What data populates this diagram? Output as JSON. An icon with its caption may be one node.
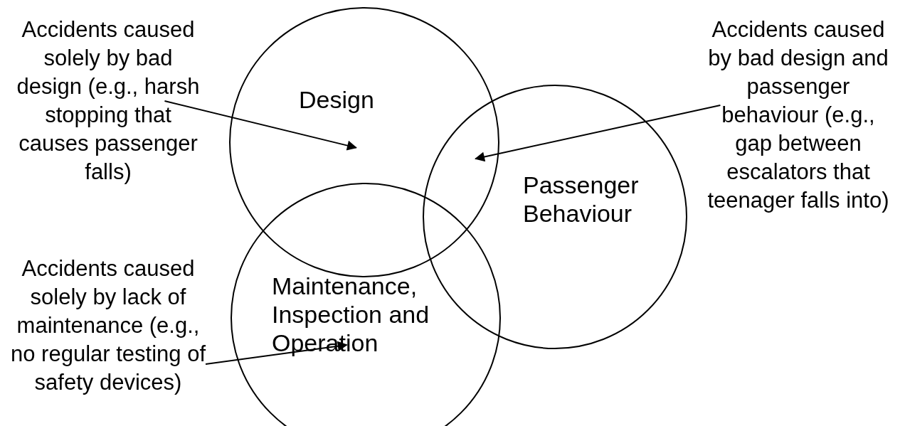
{
  "diagram": {
    "nodes": [
      {
        "text": [
          "Design"
        ]
      },
      {
        "text": [
          "Passenger Behaviour"
        ]
      },
      {
        "text": [
          "Maintenance, Inspection and Operation"
        ]
      },
      {
        "text": [
          "Accidents caused solely by bad design (e.g., harsh stopping that causes passenger falls)"
        ]
      },
      {
        "text": [
          "Accidents caused by bad design and passenger behaviour (e.g., gap between escalators that teenager falls into)"
        ]
      },
      {
        "text": [
          "Accidents caused solely by lack of maintenance (e.g., no regular testing of safety devices)"
        ]
      }
    ],
    "edges": [
      {
        "from": 3,
        "to": 0,
        "arrow": "to"
      },
      {
        "from": 4,
        "to": 1,
        "arrow": "to"
      },
      {
        "from": 5,
        "to": 2,
        "arrow": "to"
      }
    ]
  }
}
